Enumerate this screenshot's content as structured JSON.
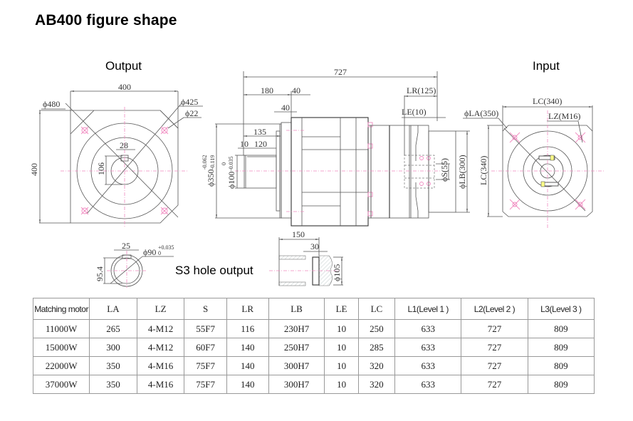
{
  "title": "AB400 figure shape",
  "views": {
    "output_label": "Output",
    "input_label": "Input",
    "s3_label": "S3 hole output"
  },
  "output_view": {
    "width": "400",
    "height": "400",
    "phi480": "ϕ480",
    "phi425": "ϕ425",
    "phi22": "ϕ22",
    "key_width": "28",
    "key_depth": "106"
  },
  "side_view": {
    "overall": "727",
    "d180": "180",
    "d40a": "40",
    "d40b": "40",
    "d135": "135",
    "d10": "10",
    "d120": "120",
    "phi350": "ϕ350",
    "phi350_tol_upper": "-0.062",
    "phi350_tol_lower": "-0.119",
    "phi100": "ϕ100",
    "phi100_tol_upper": "0",
    "phi100_tol_lower": "-0.035",
    "lr": "LR(125)",
    "le": "LE(10)",
    "phi_s": "ϕS(55)",
    "phi_lb": "ϕLB(300)"
  },
  "input_view": {
    "lc_width": "LC(340)",
    "lc_height": "LC(340)",
    "phi_la": "ϕLA(350)",
    "lz": "LZ(M16)"
  },
  "s3_detail": {
    "key_width": "25",
    "phi90": "ϕ90",
    "phi90_tol_upper": "+0.035",
    "phi90_tol_lower": "0",
    "height": "95.4",
    "length": "150",
    "d30": "30",
    "phi105": "ϕ105"
  },
  "table": {
    "headers": [
      "Matching motor",
      "LA",
      "LZ",
      "S",
      "LR",
      "LB",
      "LE",
      "LC",
      "L1(Level 1 )",
      "L2(Level 2 )",
      "L3(Level 3 )"
    ],
    "rows": [
      [
        "11000W",
        "265",
        "4-M12",
        "55F7",
        "116",
        "230H7",
        "10",
        "250",
        "633",
        "727",
        "809"
      ],
      [
        "15000W",
        "300",
        "4-M12",
        "60F7",
        "140",
        "250H7",
        "10",
        "285",
        "633",
        "727",
        "809"
      ],
      [
        "22000W",
        "350",
        "4-M16",
        "75F7",
        "140",
        "300H7",
        "10",
        "320",
        "633",
        "727",
        "809"
      ],
      [
        "37000W",
        "350",
        "4-M16",
        "75F7",
        "140",
        "300H7",
        "10",
        "320",
        "633",
        "727",
        "809"
      ]
    ]
  }
}
